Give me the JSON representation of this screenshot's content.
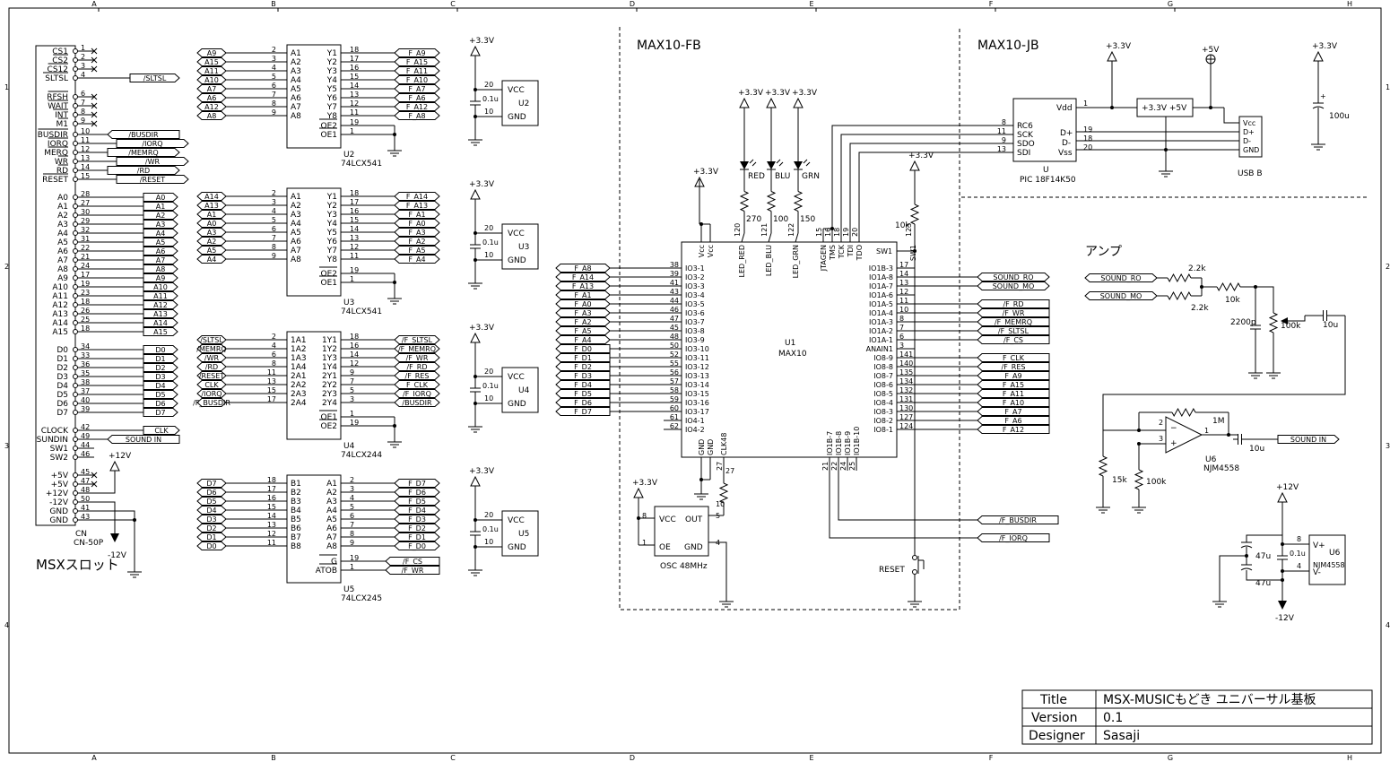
{
  "grid": {
    "cols": [
      "A",
      "B",
      "C",
      "D",
      "E",
      "F",
      "G",
      "H"
    ],
    "rows": [
      "1",
      "2",
      "3",
      "4"
    ]
  },
  "connector": {
    "ref": "CN",
    "value": "CN-50P",
    "caption": "MSXスロット",
    "pins": [
      {
        "name": "CS1",
        "num": "1"
      },
      {
        "name": "CS2",
        "num": "2"
      },
      {
        "name": "CS12",
        "num": "3"
      },
      {
        "name": "SLTSL",
        "num": "4",
        "net": "/SLTSL"
      },
      {
        "name": "RFSH",
        "num": "6"
      },
      {
        "name": "WAIT",
        "num": "7"
      },
      {
        "name": "INT",
        "num": "8"
      },
      {
        "name": "M1",
        "num": "9"
      },
      {
        "name": "BUSDIR",
        "num": "10",
        "net": "/BUSDIR"
      },
      {
        "name": "IORQ",
        "num": "11",
        "net": "/IORQ"
      },
      {
        "name": "MERQ",
        "num": "12",
        "net": "/MEMRQ"
      },
      {
        "name": "WR",
        "num": "13",
        "net": "/WR"
      },
      {
        "name": "RD",
        "num": "14",
        "net": "/RD"
      },
      {
        "name": "RESET",
        "num": "15",
        "net": "/RESET"
      },
      {
        "name": "A0",
        "num": "28",
        "net": "A0"
      },
      {
        "name": "A1",
        "num": "27",
        "net": "A1"
      },
      {
        "name": "A2",
        "num": "30",
        "net": "A2"
      },
      {
        "name": "A3",
        "num": "29",
        "net": "A3"
      },
      {
        "name": "A4",
        "num": "32",
        "net": "A4"
      },
      {
        "name": "A5",
        "num": "31",
        "net": "A5"
      },
      {
        "name": "A6",
        "num": "22",
        "net": "A6"
      },
      {
        "name": "A7",
        "num": "21",
        "net": "A7"
      },
      {
        "name": "A8",
        "num": "24",
        "net": "A8"
      },
      {
        "name": "A9",
        "num": "17",
        "net": "A9"
      },
      {
        "name": "A10",
        "num": "19",
        "net": "A10"
      },
      {
        "name": "A11",
        "num": "23",
        "net": "A11"
      },
      {
        "name": "A12",
        "num": "18",
        "net": "A12"
      },
      {
        "name": "A13",
        "num": "26",
        "net": "A13"
      },
      {
        "name": "A14",
        "num": "25",
        "net": "A14"
      },
      {
        "name": "A15",
        "num": "18",
        "net": "A15"
      },
      {
        "name": "D0",
        "num": "34",
        "net": "D0"
      },
      {
        "name": "D1",
        "num": "33",
        "net": "D1"
      },
      {
        "name": "D2",
        "num": "36",
        "net": "D2"
      },
      {
        "name": "D3",
        "num": "35",
        "net": "D3"
      },
      {
        "name": "D4",
        "num": "38",
        "net": "D4"
      },
      {
        "name": "D5",
        "num": "37",
        "net": "D5"
      },
      {
        "name": "D6",
        "num": "40",
        "net": "D6"
      },
      {
        "name": "D7",
        "num": "39",
        "net": "D7"
      },
      {
        "name": "CLOCK",
        "num": "42",
        "net": "CLK"
      },
      {
        "name": "SUNDIN",
        "num": "49",
        "net": "SOUND IN"
      },
      {
        "name": "SW1",
        "num": "44"
      },
      {
        "name": "SW2",
        "num": "46"
      },
      {
        "name": "+5V",
        "num": "45"
      },
      {
        "name": "+5V",
        "num": "47"
      },
      {
        "name": "+12V",
        "num": "48"
      },
      {
        "name": "-12V",
        "num": "50"
      },
      {
        "name": "GND",
        "num": "41"
      },
      {
        "name": "GND",
        "num": "43"
      }
    ]
  },
  "buffers": [
    {
      "ref": "U2",
      "part": "74LCX541",
      "inputs": [
        {
          "net": "A9",
          "pin": "2",
          "pname": "A1"
        },
        {
          "net": "A15",
          "pin": "3",
          "pname": "A2"
        },
        {
          "net": "A11",
          "pin": "4",
          "pname": "A3"
        },
        {
          "net": "A10",
          "pin": "5",
          "pname": "A4"
        },
        {
          "net": "A7",
          "pin": "6",
          "pname": "A5"
        },
        {
          "net": "A6",
          "pin": "7",
          "pname": "A6"
        },
        {
          "net": "A12",
          "pin": "8",
          "pname": "A7"
        },
        {
          "net": "A8",
          "pin": "9",
          "pname": "A8"
        }
      ],
      "outputs": [
        {
          "net": "F_A9",
          "pin": "18",
          "pname": "Y1"
        },
        {
          "net": "F_A15",
          "pin": "17",
          "pname": "Y2"
        },
        {
          "net": "F_A11",
          "pin": "16",
          "pname": "Y3"
        },
        {
          "net": "F_A10",
          "pin": "15",
          "pname": "Y4"
        },
        {
          "net": "F_A7",
          "pin": "14",
          "pname": "Y5"
        },
        {
          "net": "F_A6",
          "pin": "13",
          "pname": "Y6"
        },
        {
          "net": "F_A12",
          "pin": "12",
          "pname": "Y7"
        },
        {
          "net": "F_A8",
          "pin": "11",
          "pname": "Y8"
        }
      ],
      "ctrl": [
        {
          "pname": "OE2",
          "pin": "19"
        },
        {
          "pname": "OE1",
          "pin": "1"
        }
      ]
    },
    {
      "ref": "U3",
      "part": "74LCX541",
      "inputs": [
        {
          "net": "A14",
          "pin": "2",
          "pname": "A1"
        },
        {
          "net": "A13",
          "pin": "3",
          "pname": "A2"
        },
        {
          "net": "A1",
          "pin": "4",
          "pname": "A3"
        },
        {
          "net": "A0",
          "pin": "5",
          "pname": "A4"
        },
        {
          "net": "A3",
          "pin": "6",
          "pname": "A5"
        },
        {
          "net": "A2",
          "pin": "7",
          "pname": "A6"
        },
        {
          "net": "A5",
          "pin": "8",
          "pname": "A7"
        },
        {
          "net": "A4",
          "pin": "9",
          "pname": "A8"
        }
      ],
      "outputs": [
        {
          "net": "F_A14",
          "pin": "18",
          "pname": "Y1"
        },
        {
          "net": "F_A13",
          "pin": "17",
          "pname": "Y2"
        },
        {
          "net": "F_A1",
          "pin": "16",
          "pname": "Y3"
        },
        {
          "net": "F_A0",
          "pin": "15",
          "pname": "Y4"
        },
        {
          "net": "F_A3",
          "pin": "14",
          "pname": "Y5"
        },
        {
          "net": "F_A2",
          "pin": "13",
          "pname": "Y6"
        },
        {
          "net": "F_A5",
          "pin": "12",
          "pname": "Y7"
        },
        {
          "net": "F_A4",
          "pin": "11",
          "pname": "Y8"
        }
      ],
      "ctrl": [
        {
          "pname": "OE2",
          "pin": "19"
        },
        {
          "pname": "OE1",
          "pin": "1"
        }
      ]
    },
    {
      "ref": "U4",
      "part": "74LCX244",
      "inputs": [
        {
          "net": "/SLTSL",
          "pin": "2",
          "pname": "1A1"
        },
        {
          "net": "/MEMRQ",
          "pin": "4",
          "pname": "1A2"
        },
        {
          "net": "/WR",
          "pin": "6",
          "pname": "1A3"
        },
        {
          "net": "/RD",
          "pin": "8",
          "pname": "1A4"
        },
        {
          "net": "/RESET",
          "pin": "11",
          "pname": "2A1"
        },
        {
          "net": "CLK",
          "pin": "13",
          "pname": "2A2"
        },
        {
          "net": "/IORQ",
          "pin": "15",
          "pname": "2A3"
        },
        {
          "net": "/F_BUSDIR",
          "pin": "17",
          "pname": "2A4"
        }
      ],
      "outputs": [
        {
          "net": "/F_SLTSL",
          "pin": "18",
          "pname": "1Y1"
        },
        {
          "net": "/F_MEMRQ",
          "pin": "16",
          "pname": "1Y2"
        },
        {
          "net": "/F_WR",
          "pin": "14",
          "pname": "1Y3"
        },
        {
          "net": "/F_RD",
          "pin": "12",
          "pname": "1Y4"
        },
        {
          "net": "/F_RES",
          "pin": "9",
          "pname": "2Y1"
        },
        {
          "net": "F_CLK",
          "pin": "7",
          "pname": "2Y2"
        },
        {
          "net": "/F_IORQ",
          "pin": "5",
          "pname": "2Y3"
        },
        {
          "net": "/BUSDIR",
          "pin": "3",
          "pname": "2Y4"
        }
      ],
      "ctrl": [
        {
          "pname": "OE1",
          "pin": "1"
        },
        {
          "pname": "OE2",
          "pin": "19"
        }
      ]
    },
    {
      "ref": "U5",
      "part": "74LCX245",
      "inputs": [
        {
          "net": "D7",
          "pin": "18",
          "pname": "B1"
        },
        {
          "net": "D6",
          "pin": "17",
          "pname": "B2"
        },
        {
          "net": "D5",
          "pin": "16",
          "pname": "B3"
        },
        {
          "net": "D4",
          "pin": "15",
          "pname": "B4"
        },
        {
          "net": "D3",
          "pin": "14",
          "pname": "B5"
        },
        {
          "net": "D2",
          "pin": "13",
          "pname": "B6"
        },
        {
          "net": "D1",
          "pin": "12",
          "pname": "B7"
        },
        {
          "net": "D0",
          "pin": "11",
          "pname": "B8"
        }
      ],
      "outputs": [
        {
          "net": "F_D7",
          "pin": "2",
          "pname": "A1"
        },
        {
          "net": "F_D6",
          "pin": "3",
          "pname": "A2"
        },
        {
          "net": "F_D5",
          "pin": "4",
          "pname": "A3"
        },
        {
          "net": "F_D4",
          "pin": "5",
          "pname": "A4"
        },
        {
          "net": "F_D3",
          "pin": "6",
          "pname": "A5"
        },
        {
          "net": "F_D2",
          "pin": "7",
          "pname": "A6"
        },
        {
          "net": "F_D1",
          "pin": "8",
          "pname": "A7"
        },
        {
          "net": "F_D0",
          "pin": "9",
          "pname": "A8"
        }
      ],
      "ctrl": [
        {
          "pname": "G",
          "pin": "19",
          "net": "/F_CS"
        },
        {
          "pname": "ATOB",
          "pin": "1",
          "net": "/F_WR"
        }
      ]
    }
  ],
  "decoupling": {
    "supply": "+3.3V",
    "cap": "0.1u",
    "vcc": "VCC",
    "gnd": "GND",
    "vcc_pin": "20",
    "gnd_pin": "10"
  },
  "fpga": {
    "section_label": "MAX10-FB",
    "ref": "U1",
    "part": "MAX10",
    "left_pins": [
      {
        "net": "F_A8",
        "pin": "38",
        "pname": "IO3-1"
      },
      {
        "net": "F_A14",
        "pin": "39",
        "pname": "IO3-2"
      },
      {
        "net": "F_A13",
        "pin": "41",
        "pname": "IO3-3"
      },
      {
        "net": "F_A1",
        "pin": "43",
        "pname": "IO3-4"
      },
      {
        "net": "F_A0",
        "pin": "44",
        "pname": "IO3-5"
      },
      {
        "net": "F_A3",
        "pin": "46",
        "pname": "IO3-6"
      },
      {
        "net": "F_A2",
        "pin": "47",
        "pname": "IO3-7"
      },
      {
        "net": "F_A5",
        "pin": "45",
        "pname": "IO3-8"
      },
      {
        "net": "F_A4",
        "pin": "48",
        "pname": "IO3-9"
      },
      {
        "net": "F_D0",
        "pin": "50",
        "pname": "IO3-10"
      },
      {
        "net": "F_D1",
        "pin": "52",
        "pname": "IO3-11"
      },
      {
        "net": "F_D2",
        "pin": "55",
        "pname": "IO3-12"
      },
      {
        "net": "F_D3",
        "pin": "56",
        "pname": "IO3-13"
      },
      {
        "net": "F_D4",
        "pin": "57",
        "pname": "IO3-14"
      },
      {
        "net": "F_D5",
        "pin": "58",
        "pname": "IO3-15"
      },
      {
        "net": "F_D6",
        "pin": "59",
        "pname": "IO3-16"
      },
      {
        "net": "F_D7",
        "pin": "60",
        "pname": "IO3-17"
      },
      {
        "net": "",
        "pin": "61",
        "pname": "IO4-1"
      },
      {
        "net": "",
        "pin": "62",
        "pname": "IO4-2"
      }
    ],
    "right_pins": [
      {
        "net": "",
        "pin": "17",
        "pname": "IO1B-3"
      },
      {
        "net": "SOUND_RO",
        "pin": "14",
        "pname": "IO1A-8"
      },
      {
        "net": "SOUND_MO",
        "pin": "13",
        "pname": "IO1A-7"
      },
      {
        "net": "",
        "pin": "12",
        "pname": "IO1A-6"
      },
      {
        "net": "/F_RD",
        "pin": "11",
        "pname": "IO1A-5"
      },
      {
        "net": "/F_WR",
        "pin": "10",
        "pname": "IO1A-4"
      },
      {
        "net": "/F_MEMRQ",
        "pin": "8",
        "pname": "IO1A-3"
      },
      {
        "net": "/F_SLTSL",
        "pin": "7",
        "pname": "IO1A-2"
      },
      {
        "net": "/F_CS",
        "pin": "6",
        "pname": "IO1A-1"
      },
      {
        "net": "",
        "pin": "3",
        "pname": "ANAIN1"
      },
      {
        "net": "F_CLK",
        "pin": "141",
        "pname": "IO8-9"
      },
      {
        "net": "/F_RES",
        "pin": "140",
        "pname": "IO8-8"
      },
      {
        "net": "F_A9",
        "pin": "135",
        "pname": "IO8-7"
      },
      {
        "net": "F_A15",
        "pin": "134",
        "pname": "IO8-6"
      },
      {
        "net": "F_A11",
        "pin": "132",
        "pname": "IO8-5"
      },
      {
        "net": "F_A10",
        "pin": "131",
        "pname": "IO8-4"
      },
      {
        "net": "F_A7",
        "pin": "130",
        "pname": "IO8-3"
      },
      {
        "net": "F_A6",
        "pin": "127",
        "pname": "IO8-2"
      },
      {
        "net": "F_A12",
        "pin": "124",
        "pname": "IO8-1"
      }
    ],
    "top_pins": [
      {
        "pin": "",
        "pname": "Vcc"
      },
      {
        "pin": "",
        "pname": "Vcc"
      },
      {
        "pin": "120",
        "pname": "LED_RED"
      },
      {
        "pin": "121",
        "pname": "LED_BLU"
      },
      {
        "pin": "122",
        "pname": "LED_GRN"
      },
      {
        "pin": "15",
        "pname": "JTAGEN"
      },
      {
        "pin": "16",
        "pname": "TMS"
      },
      {
        "pin": "18",
        "pname": "TCK"
      },
      {
        "pin": "19",
        "pname": "TDI"
      },
      {
        "pin": "20",
        "pname": "TDO"
      },
      {
        "pin": "123",
        "pname": "SW1"
      }
    ],
    "bottom_pins": [
      {
        "pin": "",
        "pname": "GND"
      },
      {
        "pin": "",
        "pname": "GND"
      },
      {
        "pin": "27",
        "pname": "CLK48"
      },
      {
        "pin": "21",
        "pname": "IO1B-7"
      },
      {
        "pin": "22",
        "pname": "IO1B-8"
      },
      {
        "pin": "24",
        "pname": "IO1B-9"
      },
      {
        "pin": "25",
        "pname": "IO1B-10"
      }
    ],
    "bottom_nets": [
      "/F_BUSDIR",
      "/F_IORQ"
    ],
    "leds": [
      {
        "color": "RED",
        "res": "270"
      },
      {
        "color": "BLU",
        "res": "100"
      },
      {
        "color": "GRN",
        "res": "150"
      }
    ],
    "pullup": "10k",
    "reset_label": "RESET",
    "clk_res": "27",
    "clk_res_pin": "10"
  },
  "osc": {
    "label": "OSC 48MHz",
    "vcc": "VCC",
    "out": "OUT",
    "oe": "OE",
    "gnd": "GND",
    "pin_vcc": "8",
    "pin_oe": "1",
    "pin_out": "5",
    "pin_gnd": "4"
  },
  "jb": {
    "section_label": "MAX10-JB",
    "pic": {
      "ref": "U",
      "part": "PIC 18F14K50",
      "vdd": "Vdd",
      "vss": "Vss",
      "dp": "D+",
      "dm": "D-",
      "pins": [
        {
          "pname": "RC6",
          "pin": "8"
        },
        {
          "pname": "SCK",
          "pin": "11"
        },
        {
          "pname": "SDO",
          "pin": "9"
        },
        {
          "pname": "SDI",
          "pin": "13"
        }
      ],
      "vdd_pin": "1",
      "dp_pin": "19",
      "dm_pin": "18",
      "vss_pin": "20"
    },
    "reg": "+3.3V  +5V",
    "usb": {
      "label": "USB B",
      "pins": [
        "Vcc",
        "D+",
        "D-",
        "GND"
      ]
    },
    "cap": "100u"
  },
  "amp": {
    "section_label": "アンプ",
    "inputs": [
      "SOUND_RO",
      "SOUND_MO"
    ],
    "r_in": "2.2k",
    "r_sum": "10k",
    "c_filter": "2200p",
    "pot": "100k",
    "c_couple": "10u",
    "op_ref": "U6",
    "op_part": "NJM4558",
    "r_fb": "1M",
    "r_bias1": "15k",
    "r_bias2": "100k",
    "c_out": "10u",
    "out_net": "SOUND IN",
    "op_pins": {
      "inv": "2",
      "noninv": "3",
      "out": "1"
    },
    "psu": {
      "ref": "U6",
      "part": "NJM4558",
      "vp": "V+",
      "vm": "V-",
      "pin_vp": "8",
      "pin_vm": "4",
      "c1": "47u",
      "c2": "47u",
      "c3": "0.1u",
      "plus": "+12V",
      "minus": "-12V"
    }
  },
  "power": {
    "p33": "+3.3V",
    "p5": "+5V",
    "p12": "+12V",
    "m12": "-12V"
  },
  "title_block": {
    "title_label": "Title",
    "title": "MSX-MUSICもどき ユニバーサル基板",
    "version_label": "Version",
    "version": "0.1",
    "designer_label": "Designer",
    "designer": "Sasaji"
  }
}
